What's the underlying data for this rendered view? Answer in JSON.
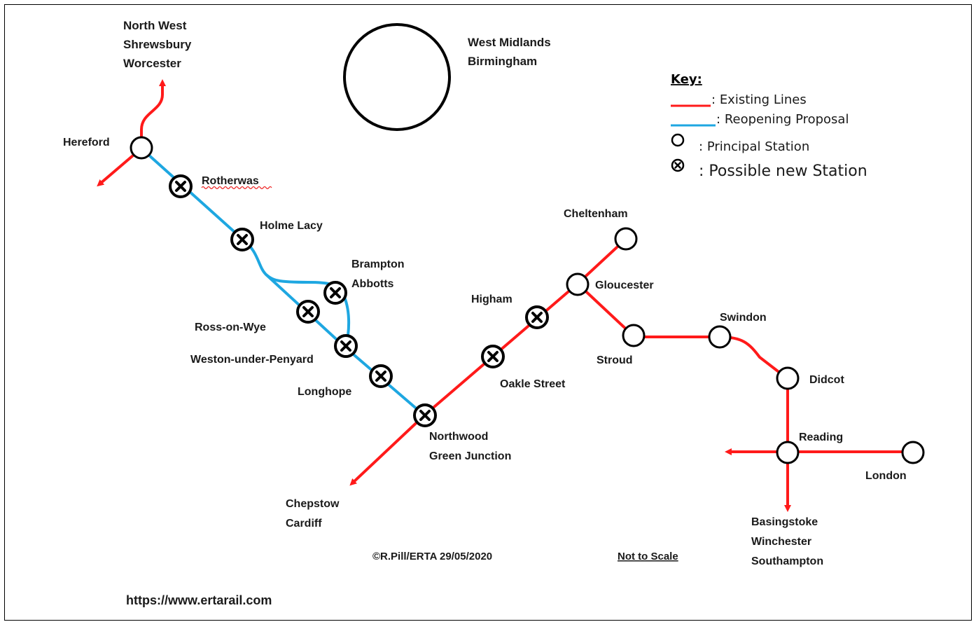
{
  "region": {
    "name": "West Midlands",
    "subtitle": "Birmingham"
  },
  "legend": {
    "title": "Key:",
    "existing": "Existing Lines",
    "proposal": "Reopening Proposal",
    "principal": "Principal Station",
    "possible": "Possible new Station",
    "separator": ":",
    "colors": {
      "existing": "#ff1a1a",
      "proposal": "#1ea7e1"
    }
  },
  "destinations": {
    "north": [
      "North West",
      "Shrewsbury",
      "Worcester"
    ],
    "southwest": [
      "Chepstow",
      "Cardiff"
    ],
    "south": [
      "Basingstoke",
      "Winchester",
      "Southampton"
    ]
  },
  "stations": {
    "hereford": "Hereford",
    "rotherwas": "Rotherwas",
    "holme_lacy": "Holme Lacy",
    "brampton_1": "Brampton",
    "brampton_2": "Abbotts",
    "ross": "Ross-on-Wye",
    "weston": "Weston-under-Penyard",
    "longhope": "Longhope",
    "northwood_1": "Northwood",
    "northwood_2": "Green Junction",
    "oakle": "Oakle Street",
    "higham": "Higham",
    "gloucester": "Gloucester",
    "cheltenham": "Cheltenham",
    "stroud": "Stroud",
    "swindon": "Swindon",
    "didcot": "Didcot",
    "reading": "Reading",
    "london": "London"
  },
  "footer": {
    "copyright": "©R.Pill/ERTA 29/05/2020",
    "scale": "Not to Scale",
    "url": "https://www.ertarail.com"
  }
}
